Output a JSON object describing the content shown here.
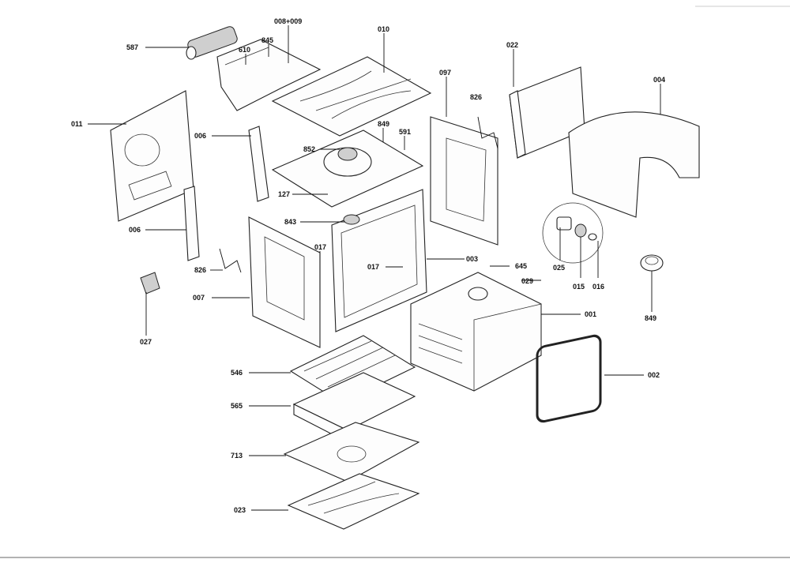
{
  "diagram": {
    "callouts": [
      {
        "id": "c-587",
        "text": "587"
      },
      {
        "id": "c-008-009",
        "text": "008+009"
      },
      {
        "id": "c-845",
        "text": "845"
      },
      {
        "id": "c-610",
        "text": "610"
      },
      {
        "id": "c-010",
        "text": "010"
      },
      {
        "id": "c-022",
        "text": "022"
      },
      {
        "id": "c-004",
        "text": "004"
      },
      {
        "id": "c-097",
        "text": "097"
      },
      {
        "id": "c-826a",
        "text": "826"
      },
      {
        "id": "c-011",
        "text": "011"
      },
      {
        "id": "c-006a",
        "text": "006"
      },
      {
        "id": "c-849a",
        "text": "849"
      },
      {
        "id": "c-591",
        "text": "591"
      },
      {
        "id": "c-852",
        "text": "852"
      },
      {
        "id": "c-127",
        "text": "127"
      },
      {
        "id": "c-843",
        "text": "843"
      },
      {
        "id": "c-006b",
        "text": "006"
      },
      {
        "id": "c-017a",
        "text": "017"
      },
      {
        "id": "c-826b",
        "text": "826"
      },
      {
        "id": "c-017b",
        "text": "017"
      },
      {
        "id": "c-003",
        "text": "003"
      },
      {
        "id": "c-645",
        "text": "645"
      },
      {
        "id": "c-025",
        "text": "025"
      },
      {
        "id": "c-015",
        "text": "015"
      },
      {
        "id": "c-016",
        "text": "016"
      },
      {
        "id": "c-007",
        "text": "007"
      },
      {
        "id": "c-029",
        "text": "029"
      },
      {
        "id": "c-849b",
        "text": "849"
      },
      {
        "id": "c-001",
        "text": "001"
      },
      {
        "id": "c-027",
        "text": "027"
      },
      {
        "id": "c-546",
        "text": "546"
      },
      {
        "id": "c-002",
        "text": "002"
      },
      {
        "id": "c-565",
        "text": "565"
      },
      {
        "id": "c-713",
        "text": "713"
      },
      {
        "id": "c-023",
        "text": "023"
      }
    ]
  }
}
